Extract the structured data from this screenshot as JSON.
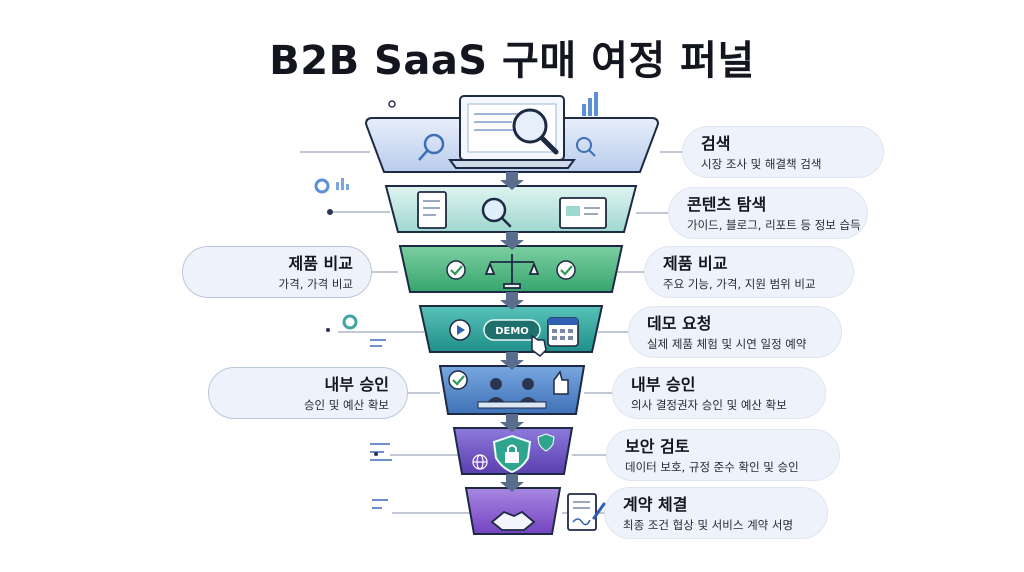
{
  "title": "B2B SaaS 구매 여정 퍼널",
  "demo_label": "DEMO",
  "stages": [
    {
      "title": "검색",
      "desc": "시장 조사 및 해결책 검색",
      "color": "#5b8fd6"
    },
    {
      "title": "콘텐츠 탐색",
      "desc": "가이드, 블로그, 리포트 등 정보 습득",
      "color": "#6fc7c2"
    },
    {
      "title": "제품 비교",
      "desc": "주요 기능, 가격, 지원 범위 비교",
      "color": "#46b07e"
    },
    {
      "title": "데모 요청",
      "desc": "실제 제품 체험 및 시연 일정 예약",
      "color": "#2fa59a"
    },
    {
      "title": "내부 승인",
      "desc": "의사 결정권자 승인 및 예산 확보",
      "color": "#4a7fc4"
    },
    {
      "title": "보안 검토",
      "desc": "데이터 보호, 규정 준수 확인 및 승인",
      "color": "#6d4fc1"
    },
    {
      "title": "계약 체결",
      "desc": "최종 조건 협상 및 서비스 계약 서명",
      "color": "#8a5ad0"
    }
  ],
  "side_notes": [
    {
      "title": "제품 비교",
      "desc": "가격, 가격 비교"
    },
    {
      "title": "내부 승인",
      "desc": "승인 및 예산 확보"
    }
  ]
}
